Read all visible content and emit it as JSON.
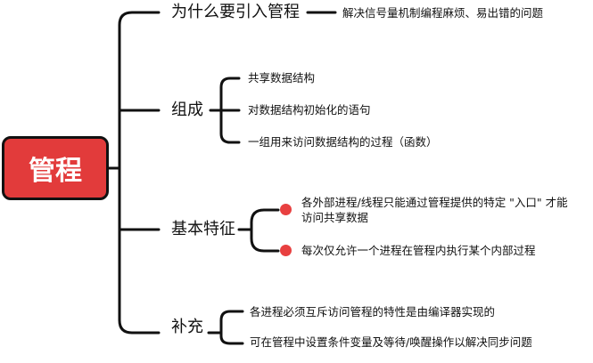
{
  "root": {
    "label": "管程"
  },
  "branches": [
    {
      "label": "为什么要引入管程",
      "children": [
        "解决信号量机制编程麻烦、易出错的问题"
      ]
    },
    {
      "label": "组成",
      "children": [
        "共享数据结构",
        "对数据结构初始化的语句",
        "一组用来访问数据结构的过程（函数）"
      ]
    },
    {
      "label": "基本特征",
      "children": [
        "各外部进程/线程只能通过管程提供的特定 \"入口\" 才能访问共享数据",
        "每次仅允许一个进程在管程内执行某个内部过程"
      ]
    },
    {
      "label": "补充",
      "children": [
        "各进程必须互斥访问管程的特性是由编译器实现的",
        "可在管程中设置条件变量及等待/唤醒操作以解决同步问题"
      ]
    }
  ],
  "colors": {
    "root_fill": "#e23b3b",
    "line": "#111111",
    "dot": "#e84040"
  }
}
